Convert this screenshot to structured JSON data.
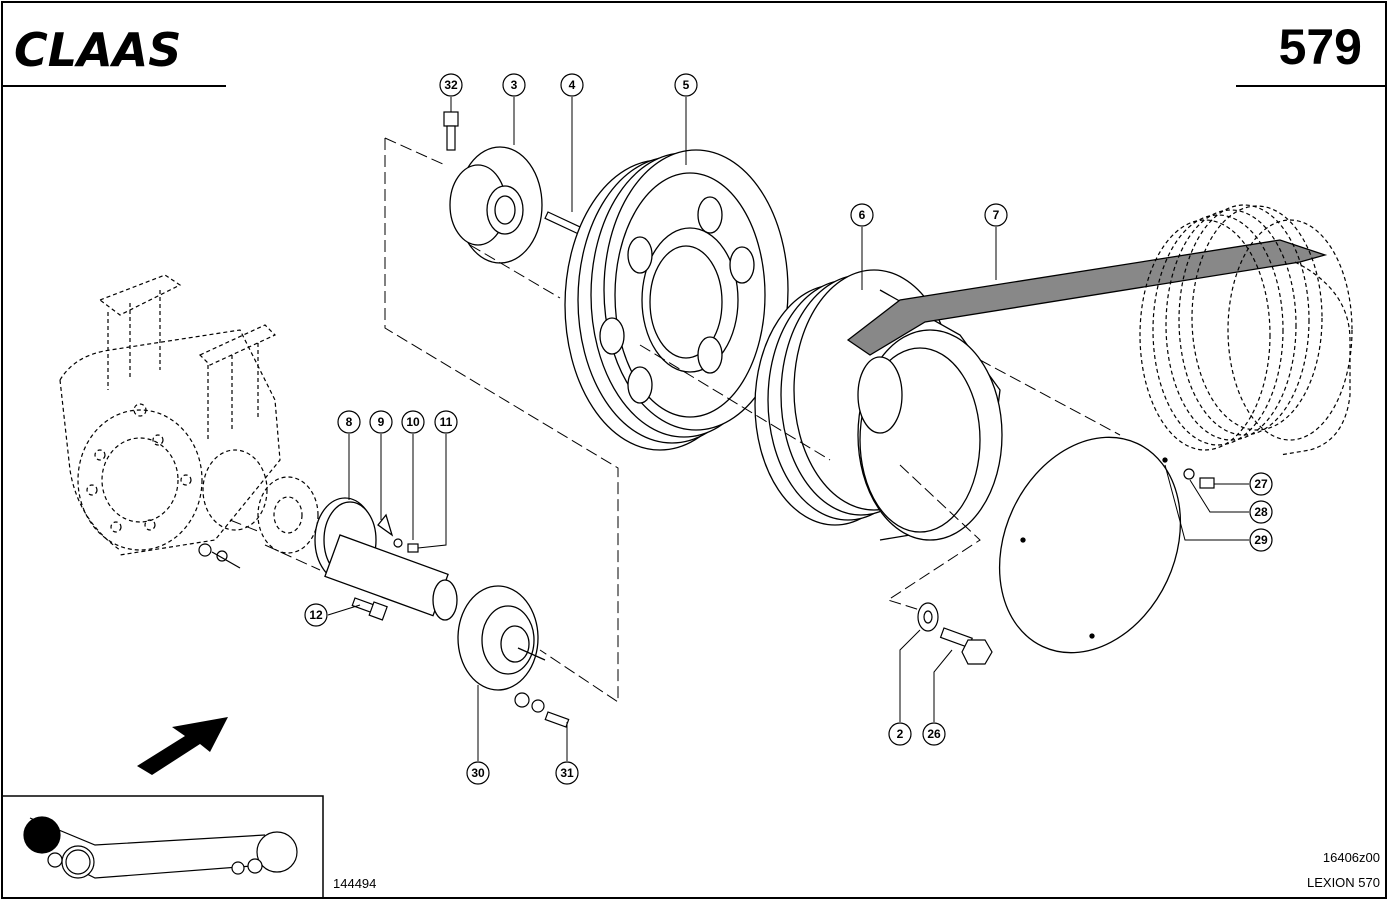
{
  "header": {
    "brand": "CLAAS",
    "page_number": "579"
  },
  "footer": {
    "drawing_id": "144494",
    "figure_code": "16406z00",
    "model": "LEXION 570"
  },
  "callouts": [
    {
      "id": "c32",
      "label": "32"
    },
    {
      "id": "c3",
      "label": "3"
    },
    {
      "id": "c4",
      "label": "4"
    },
    {
      "id": "c5",
      "label": "5"
    },
    {
      "id": "c6",
      "label": "6"
    },
    {
      "id": "c7",
      "label": "7"
    },
    {
      "id": "c8",
      "label": "8"
    },
    {
      "id": "c9",
      "label": "9"
    },
    {
      "id": "c10",
      "label": "10"
    },
    {
      "id": "c11",
      "label": "11"
    },
    {
      "id": "c12",
      "label": "12"
    },
    {
      "id": "c27",
      "label": "27"
    },
    {
      "id": "c28",
      "label": "28"
    },
    {
      "id": "c29",
      "label": "29"
    },
    {
      "id": "c2",
      "label": "2"
    },
    {
      "id": "c26",
      "label": "26"
    },
    {
      "id": "c30",
      "label": "30"
    },
    {
      "id": "c31",
      "label": "31"
    }
  ],
  "colors": {
    "ink": "#000000",
    "paper": "#ffffff",
    "belt": "#888888"
  }
}
